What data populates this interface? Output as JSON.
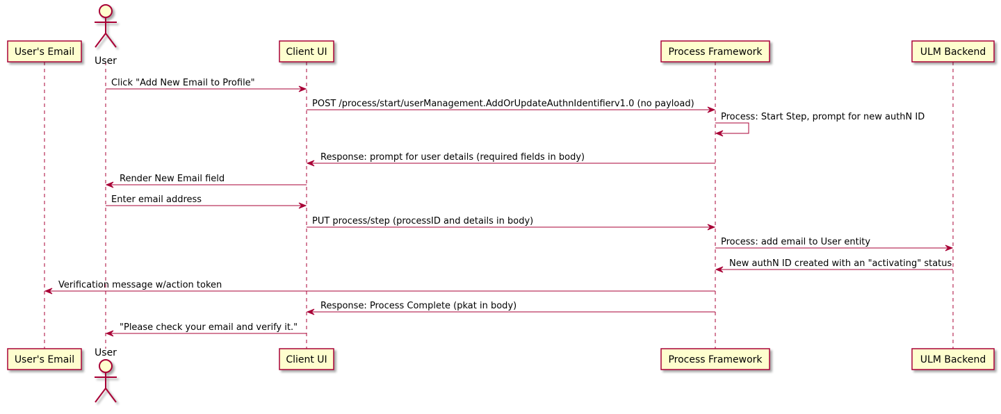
{
  "participants": [
    {
      "id": "email",
      "label": "User's Email",
      "kind": "box"
    },
    {
      "id": "user",
      "label": "User",
      "kind": "actor"
    },
    {
      "id": "client",
      "label": "Client UI",
      "kind": "box"
    },
    {
      "id": "pf",
      "label": "Process Framework",
      "kind": "box"
    },
    {
      "id": "ulm",
      "label": "ULM Backend",
      "kind": "box"
    }
  ],
  "messages": [
    {
      "from": "user",
      "to": "client",
      "text": "Click \"Add New Email to Profile\""
    },
    {
      "from": "client",
      "to": "pf",
      "text": "POST /process/start/userManagement.AddOrUpdateAuthnIdentifierv1.0 (no payload)"
    },
    {
      "from": "pf",
      "to": "pf",
      "text": "Process: Start Step, prompt for new authN ID"
    },
    {
      "from": "pf",
      "to": "client",
      "text": "Response: prompt for user details (required fields in body)"
    },
    {
      "from": "client",
      "to": "user",
      "text": "Render New Email field"
    },
    {
      "from": "user",
      "to": "client",
      "text": "Enter email address"
    },
    {
      "from": "client",
      "to": "pf",
      "text": "PUT process/step (processID and details in body)"
    },
    {
      "from": "pf",
      "to": "ulm",
      "text": "Process: add email to User entity"
    },
    {
      "from": "ulm",
      "to": "pf",
      "text": "New authN ID created with an \"activating\" status"
    },
    {
      "from": "pf",
      "to": "email",
      "text": "Verification message w/action token"
    },
    {
      "from": "pf",
      "to": "client",
      "text": "Response: Process Complete (pkat in body)"
    },
    {
      "from": "client",
      "to": "user",
      "text": "\"Please check your email and verify it.\""
    }
  ],
  "colors": {
    "participant_fill": "#FEFECE",
    "border": "#A80036",
    "text": "#000000"
  }
}
